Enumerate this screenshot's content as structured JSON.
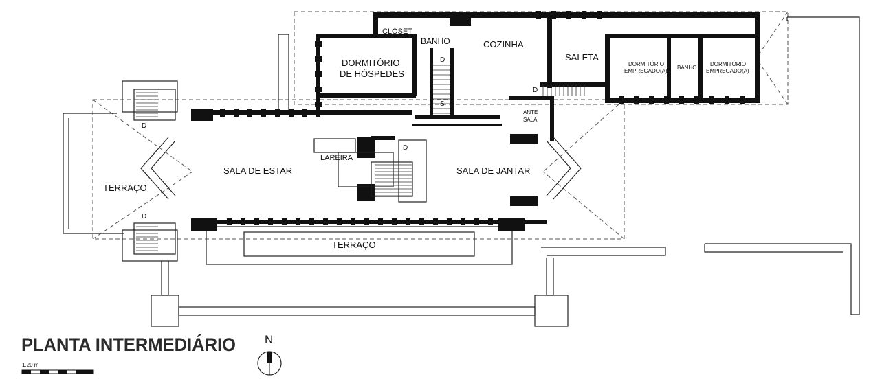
{
  "title": "PLANTA INTERMEDIÁRIO",
  "scale_label": "1,20 m",
  "north_label": "N",
  "rooms": {
    "closet": "CLOSET",
    "banho_1": "BANHO",
    "cozinha": "COZINHA",
    "saleta": "SALETA",
    "dormitorio_empregado_1_l1": "DORMITÓRIO",
    "dormitorio_empregado_1_l2": "EMPREGADO(A)",
    "banho_2": "BANHO",
    "dormitorio_empregado_2_l1": "DORMITÓRIO",
    "dormitorio_empregado_2_l2": "EMPREGADO(A)",
    "dormitorio_hospedes_l1": "DORMITÓRIO",
    "dormitorio_hospedes_l2": "DE HÓSPEDES",
    "ante_sala_l1": "ANTE",
    "ante_sala_l2": "SALA",
    "lareira": "LAREIRA",
    "sala_estar": "SALA DE ESTAR",
    "sala_jantar": "SALA DE JANTAR",
    "terraco_west": "TERRAÇO",
    "terraco_south": "TERRAÇO"
  },
  "stair_marks": {
    "d1": "D",
    "s1": "S",
    "d2": "D",
    "d3": "D",
    "d4": "D",
    "d5": "D"
  }
}
